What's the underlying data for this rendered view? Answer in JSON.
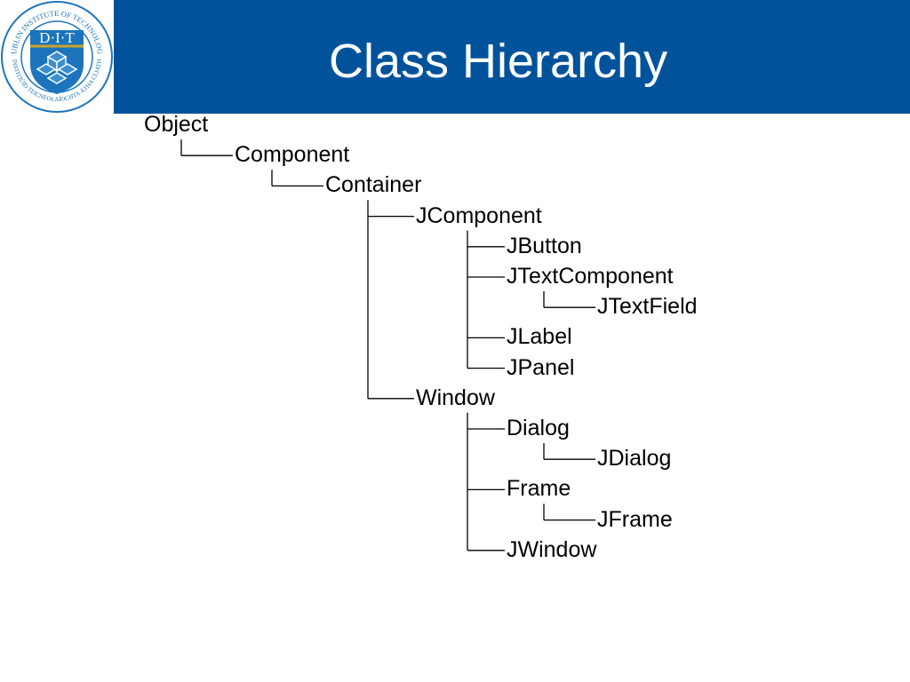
{
  "header": {
    "title": "Class Hierarchy"
  },
  "logo": {
    "ring_text_top": "DUBLIN INSTITUTE OF TECHNOLOGY",
    "ring_text_bottom": "INSTITIÚID TEICNEOLAÍOCHTA ÁTHA CLIATH",
    "initials": "D·I·T"
  },
  "colors": {
    "header_bg": "#00539b",
    "logo_blue": "#1c75bc",
    "logo_gold": "#c9a227",
    "title_text": "#ffffff"
  },
  "tree": {
    "nodes": [
      {
        "id": "object",
        "label": "Object",
        "parent": null
      },
      {
        "id": "component",
        "label": "Component",
        "parent": "object"
      },
      {
        "id": "container",
        "label": "Container",
        "parent": "component"
      },
      {
        "id": "jcomponent",
        "label": "JComponent",
        "parent": "container"
      },
      {
        "id": "jbutton",
        "label": "JButton",
        "parent": "jcomponent"
      },
      {
        "id": "jtextcomponent",
        "label": "JTextComponent",
        "parent": "jcomponent"
      },
      {
        "id": "jtextfield",
        "label": "JTextField",
        "parent": "jtextcomponent"
      },
      {
        "id": "jlabel",
        "label": "JLabel",
        "parent": "jcomponent"
      },
      {
        "id": "jpanel",
        "label": "JPanel",
        "parent": "jcomponent"
      },
      {
        "id": "window",
        "label": "Window",
        "parent": "container"
      },
      {
        "id": "dialog",
        "label": "Dialog",
        "parent": "window"
      },
      {
        "id": "jdialog",
        "label": "JDialog",
        "parent": "dialog"
      },
      {
        "id": "frame",
        "label": "Frame",
        "parent": "window"
      },
      {
        "id": "jframe",
        "label": "JFrame",
        "parent": "frame"
      },
      {
        "id": "jwindow",
        "label": "JWindow",
        "parent": "window"
      }
    ]
  }
}
